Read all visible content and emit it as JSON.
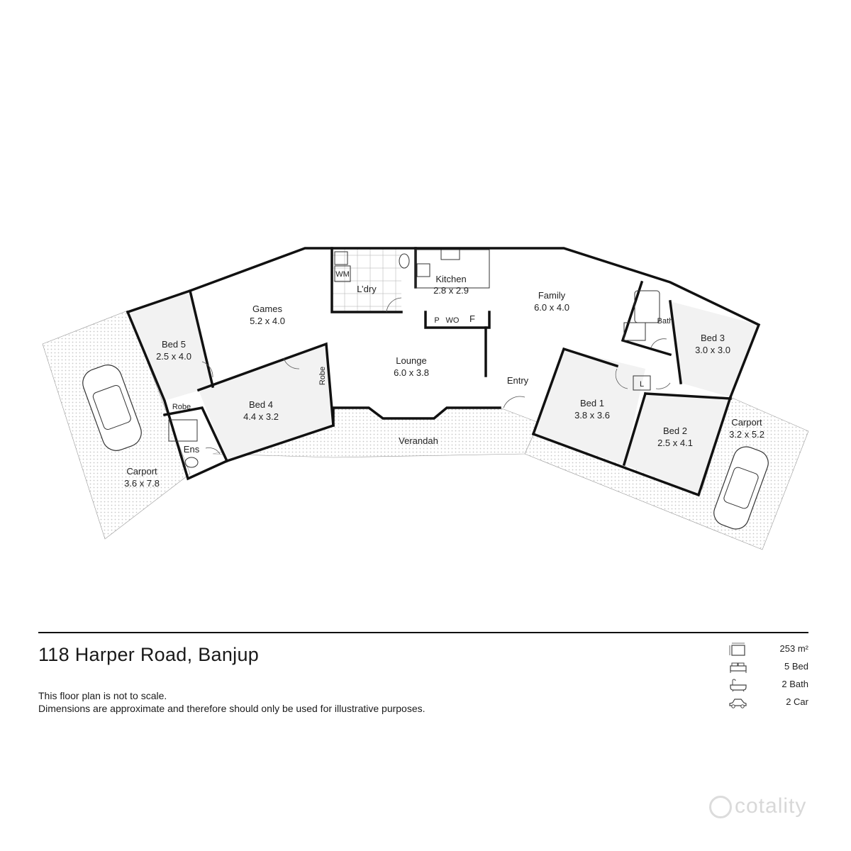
{
  "rooms": {
    "games": {
      "name": "Games",
      "size": "5.2 x 4.0"
    },
    "kitchen": {
      "name": "Kitchen",
      "size": "2.8 x 2.9"
    },
    "laundry": {
      "name": "L’dry"
    },
    "family": {
      "name": "Family",
      "size": "6.0 x 4.0"
    },
    "bed5": {
      "name": "Bed 5",
      "size": "2.5 x 4.0"
    },
    "bed4": {
      "name": "Bed 4",
      "size": "4.4 x 3.2"
    },
    "lounge": {
      "name": "Lounge",
      "size": "6.0 x 3.8"
    },
    "bed1": {
      "name": "Bed 1",
      "size": "3.8 x 3.6"
    },
    "bed2": {
      "name": "Bed 2",
      "size": "2.5 x 4.1"
    },
    "bed3": {
      "name": "Bed 3",
      "size": "3.0 x 3.0"
    },
    "carport_left": {
      "name": "Carport",
      "size": "3.6 x 7.8"
    },
    "carport_right": {
      "name": "Carport",
      "size": "3.2 x 5.2"
    },
    "verandah": {
      "name": "Verandah"
    },
    "entry": {
      "name": "Entry"
    },
    "ens": {
      "name": "Ens"
    },
    "robe_left": {
      "name": "Robe"
    },
    "robe_bed4": {
      "name": "Robe"
    },
    "bath": {
      "name": "Bath"
    },
    "wm": {
      "name": "WM"
    },
    "pantry": {
      "name": "P"
    },
    "wo": {
      "name": "WO"
    },
    "fridge": {
      "name": "F"
    },
    "linen": {
      "name": "L"
    }
  },
  "footer": {
    "address": "118 Harper Road, Banjup",
    "disclaimer_1": "This floor plan is not to scale.",
    "disclaimer_2": "Dimensions are approximate and therefore should only be used for illustrative purposes."
  },
  "stats": [
    {
      "icon": "floor-area-icon",
      "value": "253 m²"
    },
    {
      "icon": "bed-icon",
      "value": "5 Bed"
    },
    {
      "icon": "bath-icon",
      "value": "2 Bath"
    },
    {
      "icon": "car-icon",
      "value": "2 Car"
    }
  ],
  "watermark": "cotality",
  "colors": {
    "wall": "#111111",
    "room_fill": "#f2f2f2",
    "paving": "#dedede",
    "watermark": "#d8d8d8"
  }
}
